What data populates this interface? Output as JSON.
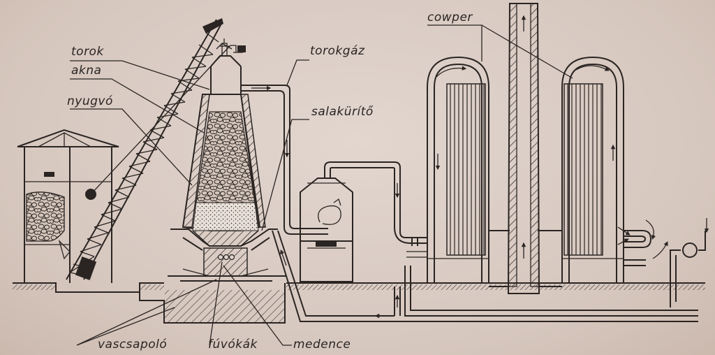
{
  "diagram": {
    "labels": {
      "torok": "torok",
      "akna": "akna",
      "nyugvo": "nyugvó",
      "torokgaz": "torokgáz",
      "salakurito": "salakürítő",
      "cowper": "cowper",
      "vascsapolo": "vascsapoló",
      "fuvokak": "fúvókák",
      "medence": "medence"
    },
    "colors": {
      "ink": "#2a2422",
      "paper": "#dccfc7"
    }
  }
}
